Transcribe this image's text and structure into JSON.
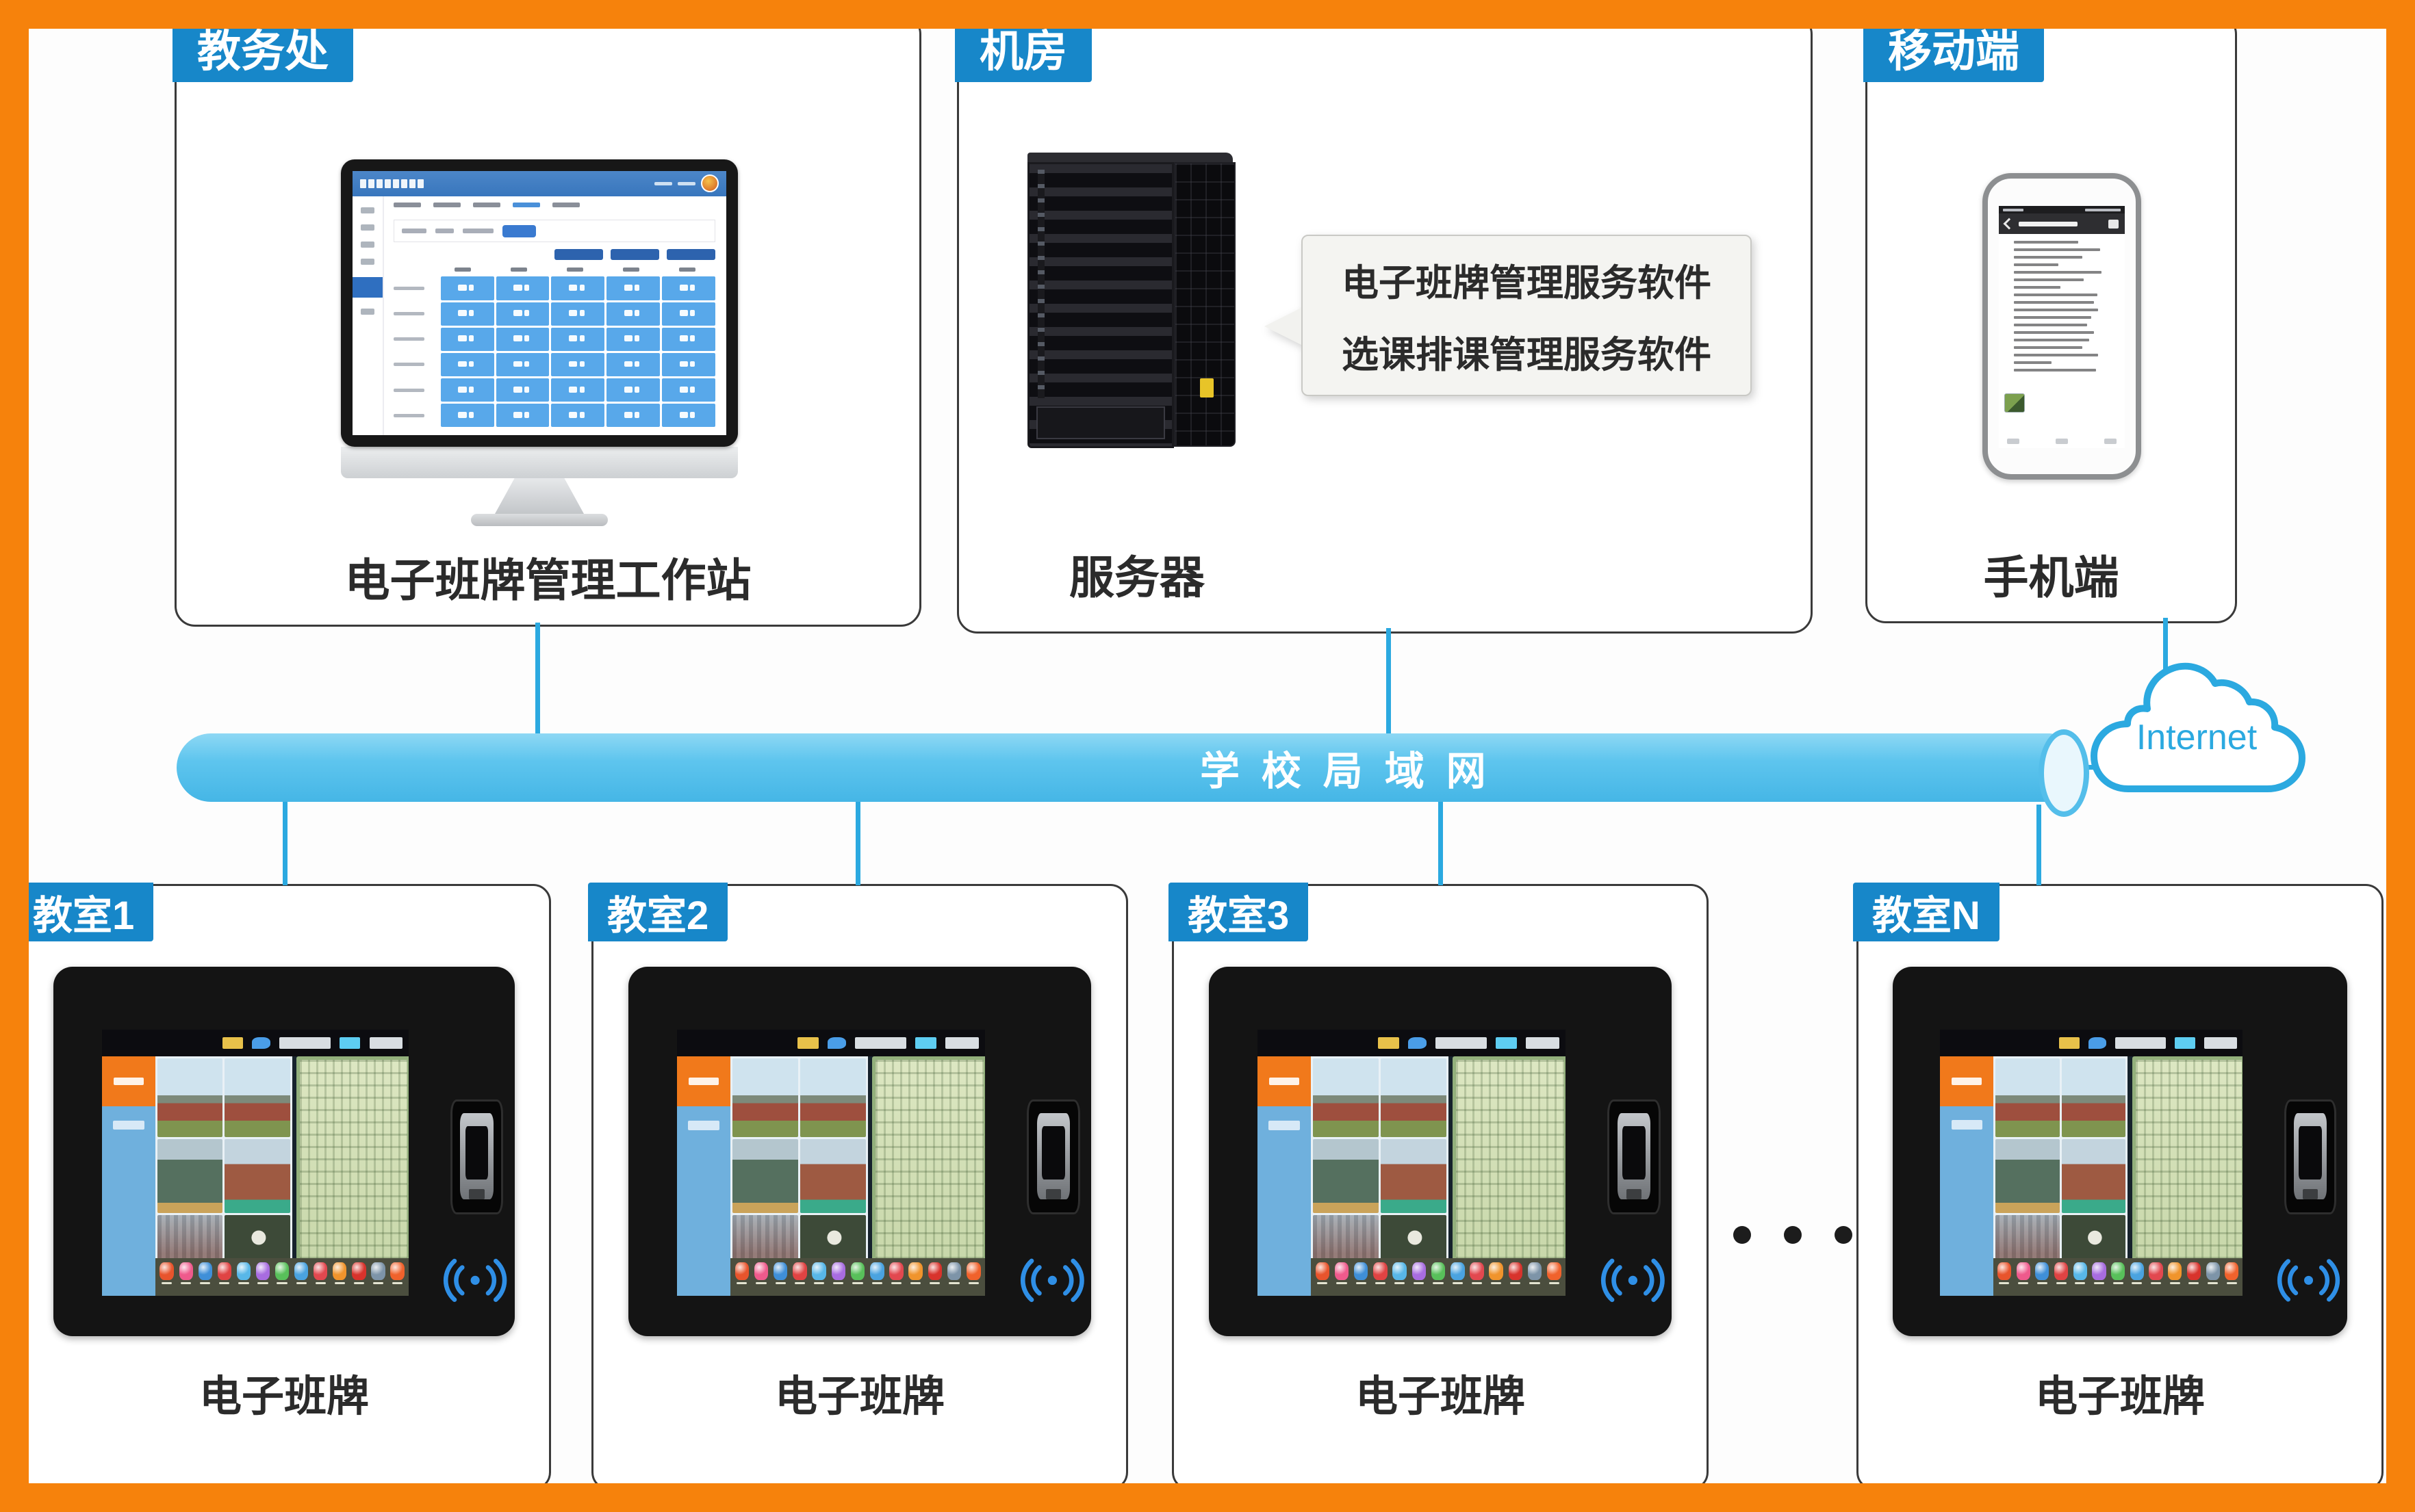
{
  "colors": {
    "frame_orange": "#F6820C",
    "badge_blue": "#1787C9",
    "line_blue": "#2BA9E0",
    "lan_bar_blue": "#5EC5EE",
    "grid_cell_blue": "#58A8EA",
    "monitor_header_blue": "#3876BD"
  },
  "top_boxes": {
    "jiaowuchu": {
      "badge": "教务处",
      "caption": "电子班牌管理工作站"
    },
    "jifang": {
      "badge": "机房",
      "caption": "服务器",
      "callout": [
        "电子班牌管理服务软件",
        "选课排课管理服务软件"
      ]
    },
    "yidongduan": {
      "badge": "移动端",
      "caption": "手机端"
    }
  },
  "network": {
    "lan_label": "学校局域网",
    "internet_label": "Internet"
  },
  "classrooms": [
    {
      "badge": "教室1",
      "caption": "电子班牌"
    },
    {
      "badge": "教室2",
      "caption": "电子班牌"
    },
    {
      "badge": "教室3",
      "caption": "电子班牌"
    },
    {
      "badge": "教室N",
      "caption": "电子班牌"
    }
  ],
  "tablet": {
    "taskbar_icon_colors": [
      "#e8542c",
      "#ef5a8c",
      "#3f8fd8",
      "#e04343",
      "#58b7e8",
      "#a86ce0",
      "#58c05a",
      "#4aa3e0",
      "#e2484f",
      "#f0942c",
      "#d8332c",
      "#7d94a8",
      "#f0622c"
    ]
  },
  "monitor_grid": {
    "rows": 6,
    "cols": 5
  }
}
